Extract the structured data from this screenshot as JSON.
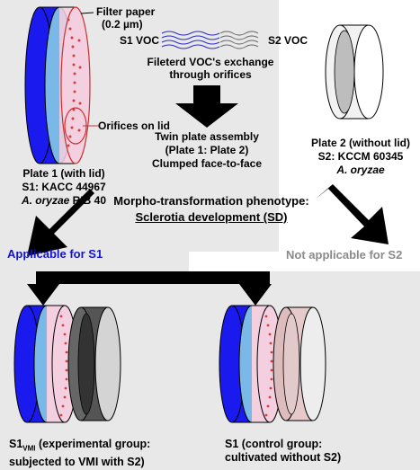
{
  "filter_paper": [
    "Filter paper",
    "(0.2 µm)"
  ],
  "s1_voc": "S1 VOC",
  "s2_voc": "S2 VOC",
  "exchange": [
    "Fileterd VOC's exchange",
    "through orifices"
  ],
  "orifices_on_lid": "Orifices on lid",
  "plate1": [
    "Plate 1 (with lid)",
    "S1: KACC 44967"
  ],
  "plate1_species": "A. oryzae",
  "plate1_strain": " RIB 40",
  "twin_assembly": [
    "Twin plate assembly",
    "(Plate 1: Plate 2)",
    "Clumped face-to-face"
  ],
  "plate2": [
    "Plate 2 (without lid)",
    "S2: KCCM 60345"
  ],
  "plate2_species": "A. oryzae",
  "phenotype_title": "Morpho-transformation phenotype:",
  "phenotype_name": "Sclerotia development (SD)",
  "applicable": "Applicable for S1",
  "not_applicable": "Not applicable for S2",
  "exp_group": {
    "s1": "S1",
    "sub": "VMI",
    "rest": " (experimental group:",
    "line2": "subjected to VMI with S2)"
  },
  "ctrl_group": [
    "S1 (control group:",
    "cultivated without S2)"
  ],
  "colors": {
    "panel_bg": "#e8e8e8",
    "plate_blue": "#1a1aee",
    "applicable_text": "#1414c8",
    "not_applicable_text": "#8a8a8a",
    "orifice_red": "#d04040",
    "pink": "#f4cfe0"
  }
}
